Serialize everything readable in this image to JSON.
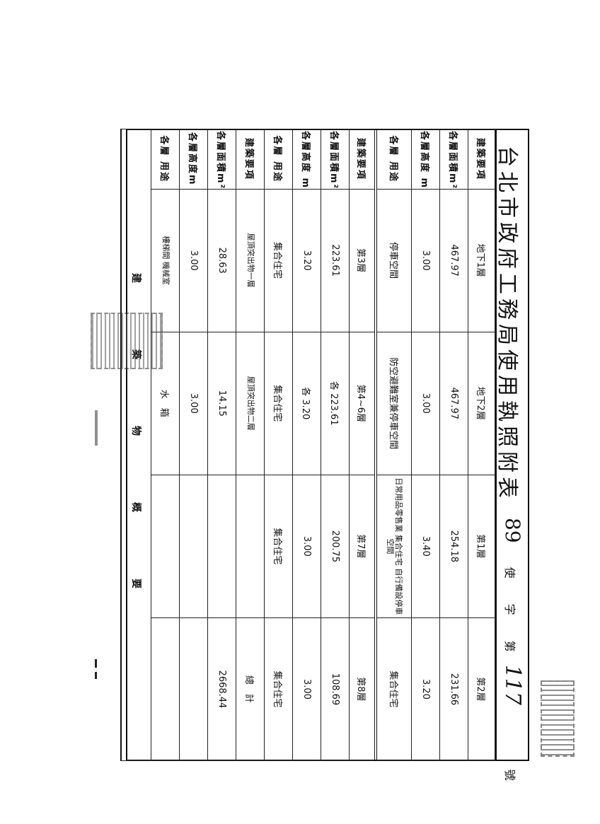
{
  "title": "台北市政府工務局使用執照附表",
  "permit": {
    "number": "89",
    "char1": "使",
    "char2": "字",
    "char3": "第",
    "serial": "117",
    "suffix": "號"
  },
  "group_label": "建　築　物　概　要",
  "upper": {
    "row_headers": [
      "建築要項",
      "各層面積m²",
      "各層高度 m",
      "各層 用途"
    ],
    "columns": [
      {
        "name": "地下1層",
        "area": "467.97",
        "height": "3.00",
        "use": "停車空間"
      },
      {
        "name": "地下2層",
        "area": "467.97",
        "height": "3.00",
        "use": "防空避難室兼停車空間"
      },
      {
        "name": "第1層",
        "area": "254.18",
        "height": "3.40",
        "use": "日常用品零售業 集合住宅 自行備設停車空間"
      },
      {
        "name": "第2層",
        "area": "231.66",
        "height": "3.20",
        "use": "集合住宅"
      }
    ]
  },
  "middle": {
    "row_headers": [
      "建築要項",
      "各層面積m²",
      "各層高度 m",
      "各層 用途"
    ],
    "columns": [
      {
        "name": "第3層",
        "area": "223.61",
        "height": "3.20",
        "use": "集合住宅"
      },
      {
        "name": "第4~6層",
        "area": "各 223.61",
        "height": "各 3.20",
        "use": "集合住宅"
      },
      {
        "name": "第7層",
        "area": "200.75",
        "height": "3.00",
        "use": "集合住宅"
      },
      {
        "name": "第8層",
        "area": "108.69",
        "height": "3.00",
        "use": "集合住宅"
      }
    ]
  },
  "lower": {
    "row_headers": [
      "建築要項",
      "各層面積m²",
      "各層高度m",
      "各層 用途"
    ],
    "columns": [
      {
        "name": "屋頂突出物一層",
        "area": "28.63",
        "height": "3.00",
        "use": "樓梯間 機械室"
      },
      {
        "name": "屋頂突出物二層",
        "area": "14.15",
        "height": "3.00",
        "use": "水　箱"
      },
      {
        "name": "",
        "area": "",
        "height": "",
        "use": ""
      },
      {
        "name": "總　計",
        "area": "2668.44",
        "height": "",
        "use": ""
      }
    ]
  }
}
